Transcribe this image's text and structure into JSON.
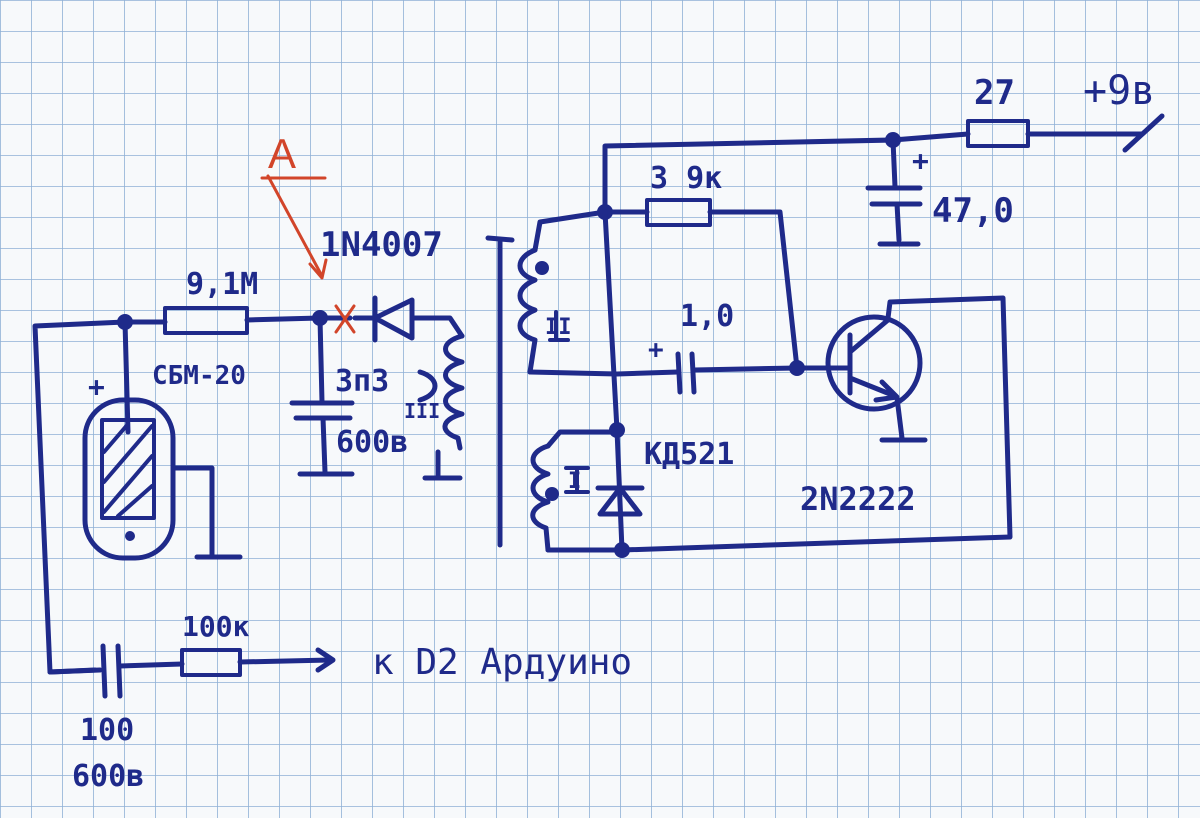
{
  "colors": {
    "ink": "#1f2a8a",
    "annotation": "#d2452a",
    "grid": "#8fb0d6",
    "paper": "#f7f9fb"
  },
  "labels": {
    "supply": "+9в",
    "r27": "27",
    "r39k": "3 9к",
    "c47": "47,0",
    "c47_plus": "+",
    "diode_top": "1N4007",
    "point_a": "A",
    "r91m": "9,1М",
    "tube": "СБМ-20",
    "tube_plus": "+",
    "c3n3": "3п3",
    "c3n3_voltage": "600в",
    "coil3": "III",
    "coil2": "II",
    "coil1": "I",
    "c1": "1,0",
    "c1_plus": "+",
    "diode_kd": "КД521",
    "transistor": "2N2222",
    "r100k": "100к",
    "output": "к D2 Ардуино",
    "c100": "100",
    "c100_voltage": "600в"
  }
}
